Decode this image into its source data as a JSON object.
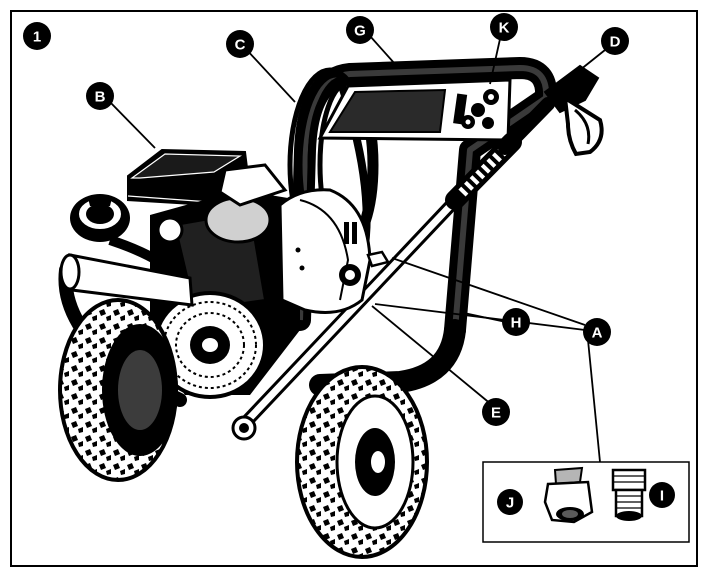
{
  "figure": {
    "number": "1"
  },
  "callouts": {
    "A": "A",
    "B": "B",
    "C": "C",
    "D": "D",
    "E": "E",
    "G": "G",
    "H": "H",
    "I": "I",
    "J": "J",
    "K": "K"
  },
  "colors": {
    "ink": "#000000",
    "paper": "#ffffff",
    "shade": "#e6e6e6",
    "gray": "#b5b5b5"
  }
}
